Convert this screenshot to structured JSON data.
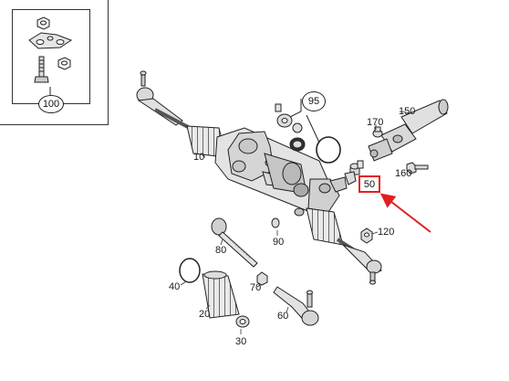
{
  "diagram": {
    "callouts": {
      "inset": "100",
      "p10": "10",
      "p20": "20",
      "p30": "30",
      "p40": "40",
      "p50": "50",
      "p60": "60",
      "p70": "70",
      "p80": "80",
      "p90": "90",
      "p95": "95",
      "p120": "120",
      "p150": "150",
      "p160": "160",
      "p170": "170"
    },
    "highlight": {
      "part": "50",
      "box_color": "#e02020",
      "arrow_color": "#e02020"
    }
  }
}
